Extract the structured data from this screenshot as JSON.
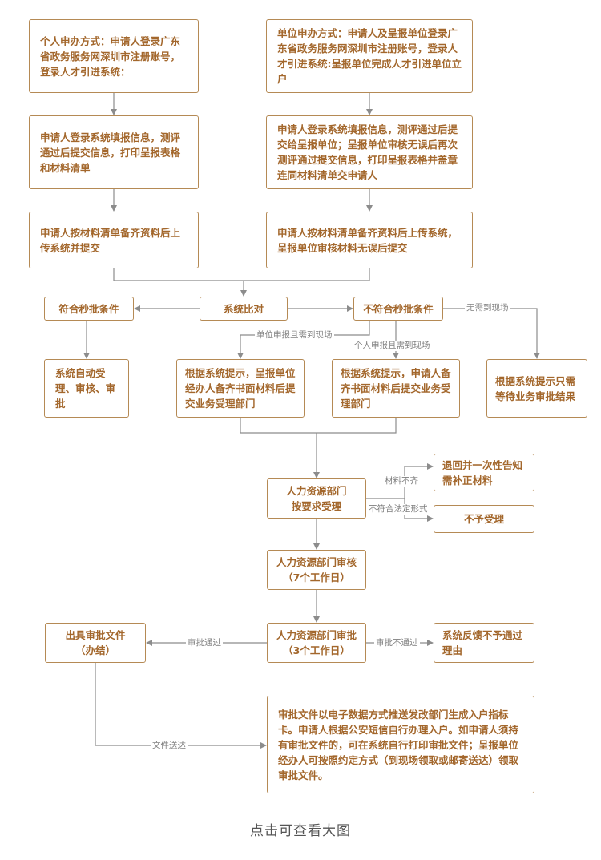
{
  "nodes": {
    "personal_method": "个人申办方式：申请人登录广东省政务服务网深圳市注册账号，登录人才引进系统：",
    "unit_method": "单位申办方式：申请人及呈报单位登录广东省政务服务网深圳市注册账号，登录人才引进系统:呈报单位完成人才引进单位立户",
    "personal_fill": "申请人登录系统填报信息，测评通过后提交信息，打印呈报表格和材料清单",
    "unit_fill": "申请人登录系统填报信息，测评通过后提交给呈报单位；呈报单位审核无误后再次测评通过提交信息，打印呈报表格并盖章连同材料清单交申请人",
    "personal_upload": "申请人按材料清单备齐资料后上传系统并提交",
    "unit_upload": "申请人按材料清单备齐资料后上传系统，呈报单位审核材料无误后提交",
    "system_compare": "系统比对",
    "meets": "符合秒批条件",
    "not_meets": "不符合秒批条件",
    "auto_approve": "系统自动受理、审核、审批",
    "unit_submit": "根据系统提示，呈报单位经办人备齐书面材料后提交业务受理部门",
    "person_submit": "根据系统提示，申请人备齐书面材料后提交业务受理部门",
    "wait_result": "根据系统提示只需等待业务审批结果",
    "hr_accept": "人力资源部门按要求受理",
    "return_supplement": "退回并一次性告知需补正材料",
    "reject": "不予受理",
    "hr_review": "人力资源部门审核（7个工作日）",
    "hr_approve": "人力资源部门审批（3个工作日）",
    "issue_doc": "出具审批文件（办结）",
    "feedback_reason": "系统反馈不予通过理由",
    "final_note": "审批文件以电子数据方式推送发改部门生成入户指标卡。申请人根据公安短信自行办理入户。如申请人须持有审批文件的，可在系统自行打印审批文件；呈报单位经办人可按照约定方式（到现场领取或邮寄送达）领取审批文件。"
  },
  "edge_labels": {
    "no_need_onsite": "无需到现场",
    "unit_onsite": "单位申报且需到现场",
    "person_onsite": "个人申报且需到现场",
    "materials_incomplete": "材料不齐",
    "not_legal_form": "不符合法定形式",
    "approved": "审批通过",
    "not_approved": "审批不通过",
    "doc_delivery": "文件送达"
  },
  "footer": "点击可查看大图",
  "colors": {
    "box_border": "#b58a55",
    "box_text": "#a3672c",
    "line": "#8c8c8c",
    "label": "#808080"
  }
}
